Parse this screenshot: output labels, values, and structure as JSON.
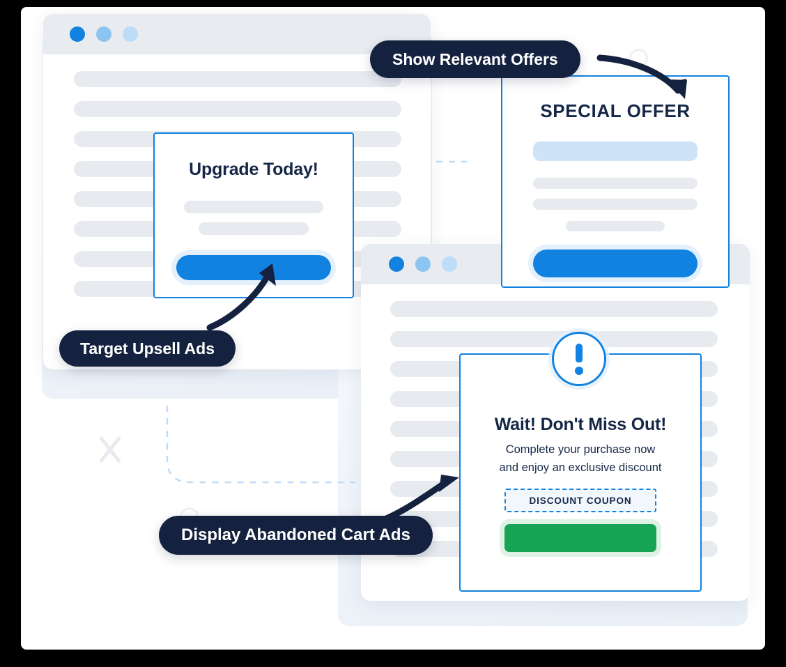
{
  "canvas": {
    "background_color": "#ffffff",
    "outer_color": "#000000"
  },
  "theme": {
    "brand_blue": "#1282e0",
    "navy": "#15223f",
    "green": "#17a354",
    "skeleton_gray": "#e7eaee",
    "titlebar_gray": "#e8ebef",
    "light_blue": "#cfe3f8"
  },
  "windows": [
    {
      "name": "browser-window-upsell",
      "dots": [
        "dot-blue-dark",
        "dot-blue-mid",
        "dot-blue-light"
      ],
      "skeleton_rows": 8
    },
    {
      "name": "browser-window-cart",
      "dots": [
        "dot-blue-dark",
        "dot-blue-mid",
        "dot-blue-light"
      ],
      "skeleton_rows": 9
    }
  ],
  "cards": {
    "upsell": {
      "title": "Upgrade Today!",
      "placeholder_bars": 2,
      "button": "primary-blue-button"
    },
    "special_offer": {
      "title": "SPECIAL OFFER",
      "placeholder_bars": 4,
      "button": "primary-blue-button"
    },
    "abandoned_cart": {
      "icon": "exclamation-circle-icon",
      "title": "Wait! Don't Miss Out!",
      "body_line_1": "Complete your purchase now",
      "body_line_2": "and enjoy an exclusive discount",
      "coupon_label": "DISCOUNT COUPON",
      "button": "primary-green-button"
    }
  },
  "callouts": {
    "show_relevant_offers": "Show Relevant Offers",
    "target_upsell_ads": "Target Upsell Ads",
    "display_abandoned_cart_ads": "Display Abandoned Cart Ads"
  },
  "decorations": {
    "x_mark": "close-x-decoration",
    "circle_small": "circle-outline-decoration",
    "dashed_connector": "dashed-path-decoration"
  }
}
